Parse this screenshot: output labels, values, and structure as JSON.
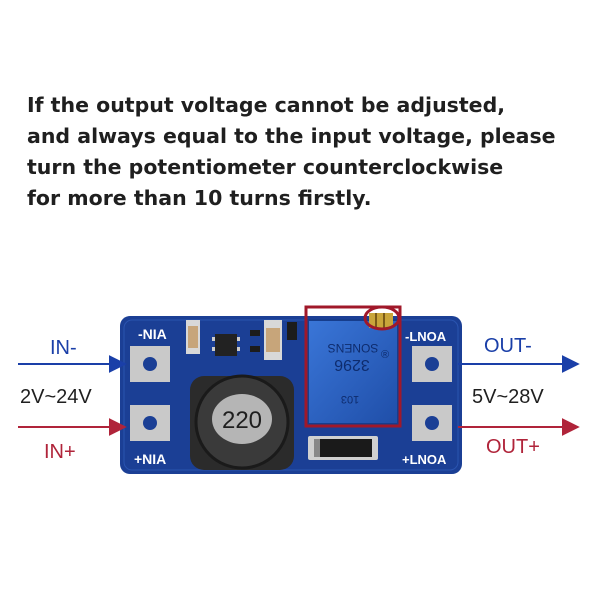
{
  "instruction": {
    "lines": [
      "If the output voltage cannot be adjusted,",
      "and always equal to the input voltage, please",
      "turn the potentiometer counterclockwise",
      "for more than 10 turns firstly."
    ]
  },
  "terminals": {
    "in_minus": "IN-",
    "in_plus": "IN+",
    "input_range": "2V~24V",
    "out_minus": "OUT-",
    "out_plus": "OUT+",
    "output_range": "5V~28V"
  },
  "board": {
    "silk_vin_top": "-NIA",
    "silk_vin_bottom": "+NIA",
    "silk_vout_top": "-LNOA",
    "silk_vout_bottom": "+LNOA",
    "inductor_marking": "220",
    "pot_brand": "SONENS",
    "pot_model": "3296",
    "pot_value": "103",
    "pot_registered": "®"
  },
  "colors": {
    "pcb": "#1b3f95",
    "input_negative_arrow": "#1a3fa8",
    "input_positive_arrow": "#b0243a",
    "highlight_box": "#a0182a",
    "potentiometer": "#2a61c6"
  }
}
